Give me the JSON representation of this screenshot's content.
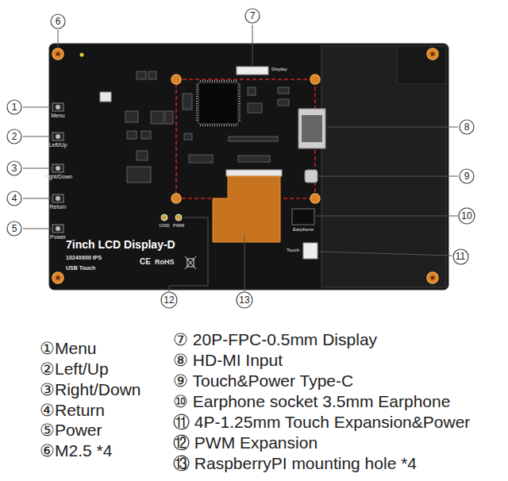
{
  "diagram": {
    "nodes": [
      {
        "text": [
          "7"
        ]
      },
      {
        "text": [
          "6"
        ]
      },
      {
        "text": [
          "1"
        ]
      },
      {
        "text": [
          "8"
        ]
      },
      {
        "text": [
          "2"
        ]
      },
      {
        "text": [
          "3"
        ]
      },
      {
        "text": [
          "9"
        ]
      },
      {
        "text": [
          "4"
        ]
      },
      {
        "text": [
          "10"
        ]
      },
      {
        "text": [
          "5"
        ]
      },
      {
        "text": [
          "11"
        ]
      },
      {
        "text": [
          "12"
        ]
      },
      {
        "text": [
          "13"
        ]
      }
    ],
    "labels": [
      "Menu",
      "Left/Up",
      "Right/Down",
      "Return",
      "Power",
      "Display",
      "Earphone",
      "Touch",
      "GND",
      "PWM",
      "7inch LCD Display-D",
      "1024X600 IPS",
      "USB Touch",
      "CE",
      "RoHS",
      "①Menu",
      "②Left/Up",
      "③Right/Down",
      "④Return",
      "⑤Power",
      "⑥M2.5 *4",
      "⑦ 20P-FPC-0.5mm Display",
      "⑧ HD-MI Input",
      "⑨ Touch&Power Type-C",
      "⑩ Earphone socket 3.5mm Earphone",
      "⑪ 4P-1.25mm Touch Expansion&Power",
      "⑫ PWM Expansion",
      "⑬ RaspberryPI mounting hole *4"
    ]
  }
}
